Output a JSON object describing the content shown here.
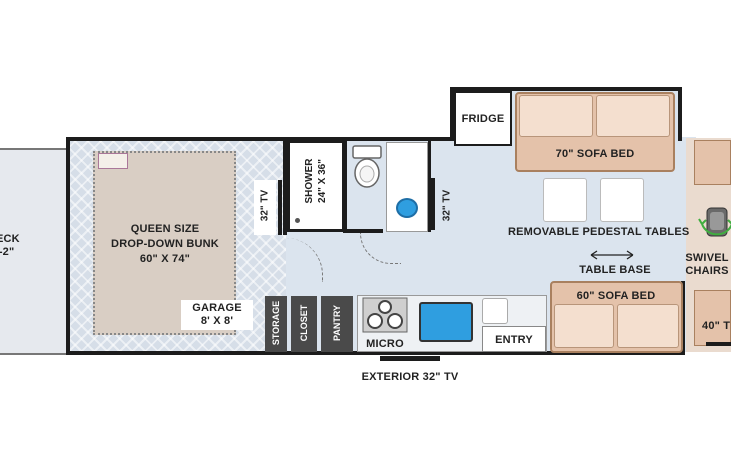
{
  "labels": {
    "deck": "ECK\n'-2\"",
    "queen_bunk": "QUEEN SIZE\nDROP-DOWN BUNK\n60\" X 74\"",
    "garage": "GARAGE\n8' X 8'",
    "tv_left": "32\" TV",
    "shower": "SHOWER\n24\" X 36\"",
    "tv_mid": "32\" TV",
    "fridge": "FRIDGE",
    "sofa_70": "70\" SOFA BED",
    "pedestal_tables": "REMOVABLE PEDESTAL TABLES",
    "table_base": "TABLE BASE",
    "sofa_60": "60\" SOFA BED",
    "swivel_chairs": "SWIVEL\nCHAIRS",
    "tv_40": "40\" T",
    "storage": "STORAGE",
    "closet": "CLOSET",
    "pantry": "PANTRY",
    "micro": "MICRO",
    "entry": "ENTRY",
    "exterior_tv": "EXTERIOR 32\" TV"
  },
  "colors": {
    "floor": "#dbe4ee",
    "wall": "#1c1c1c",
    "sofa": "#e4c2aa",
    "sink": "#2f9ee0",
    "swivel_arrow": "#3fae3f"
  },
  "icons": [
    "toilet-icon",
    "bathroom-sink-icon",
    "stovetop-icon",
    "kitchen-sink-icon",
    "swivel-chair-icon",
    "double-arrow-icon"
  ]
}
